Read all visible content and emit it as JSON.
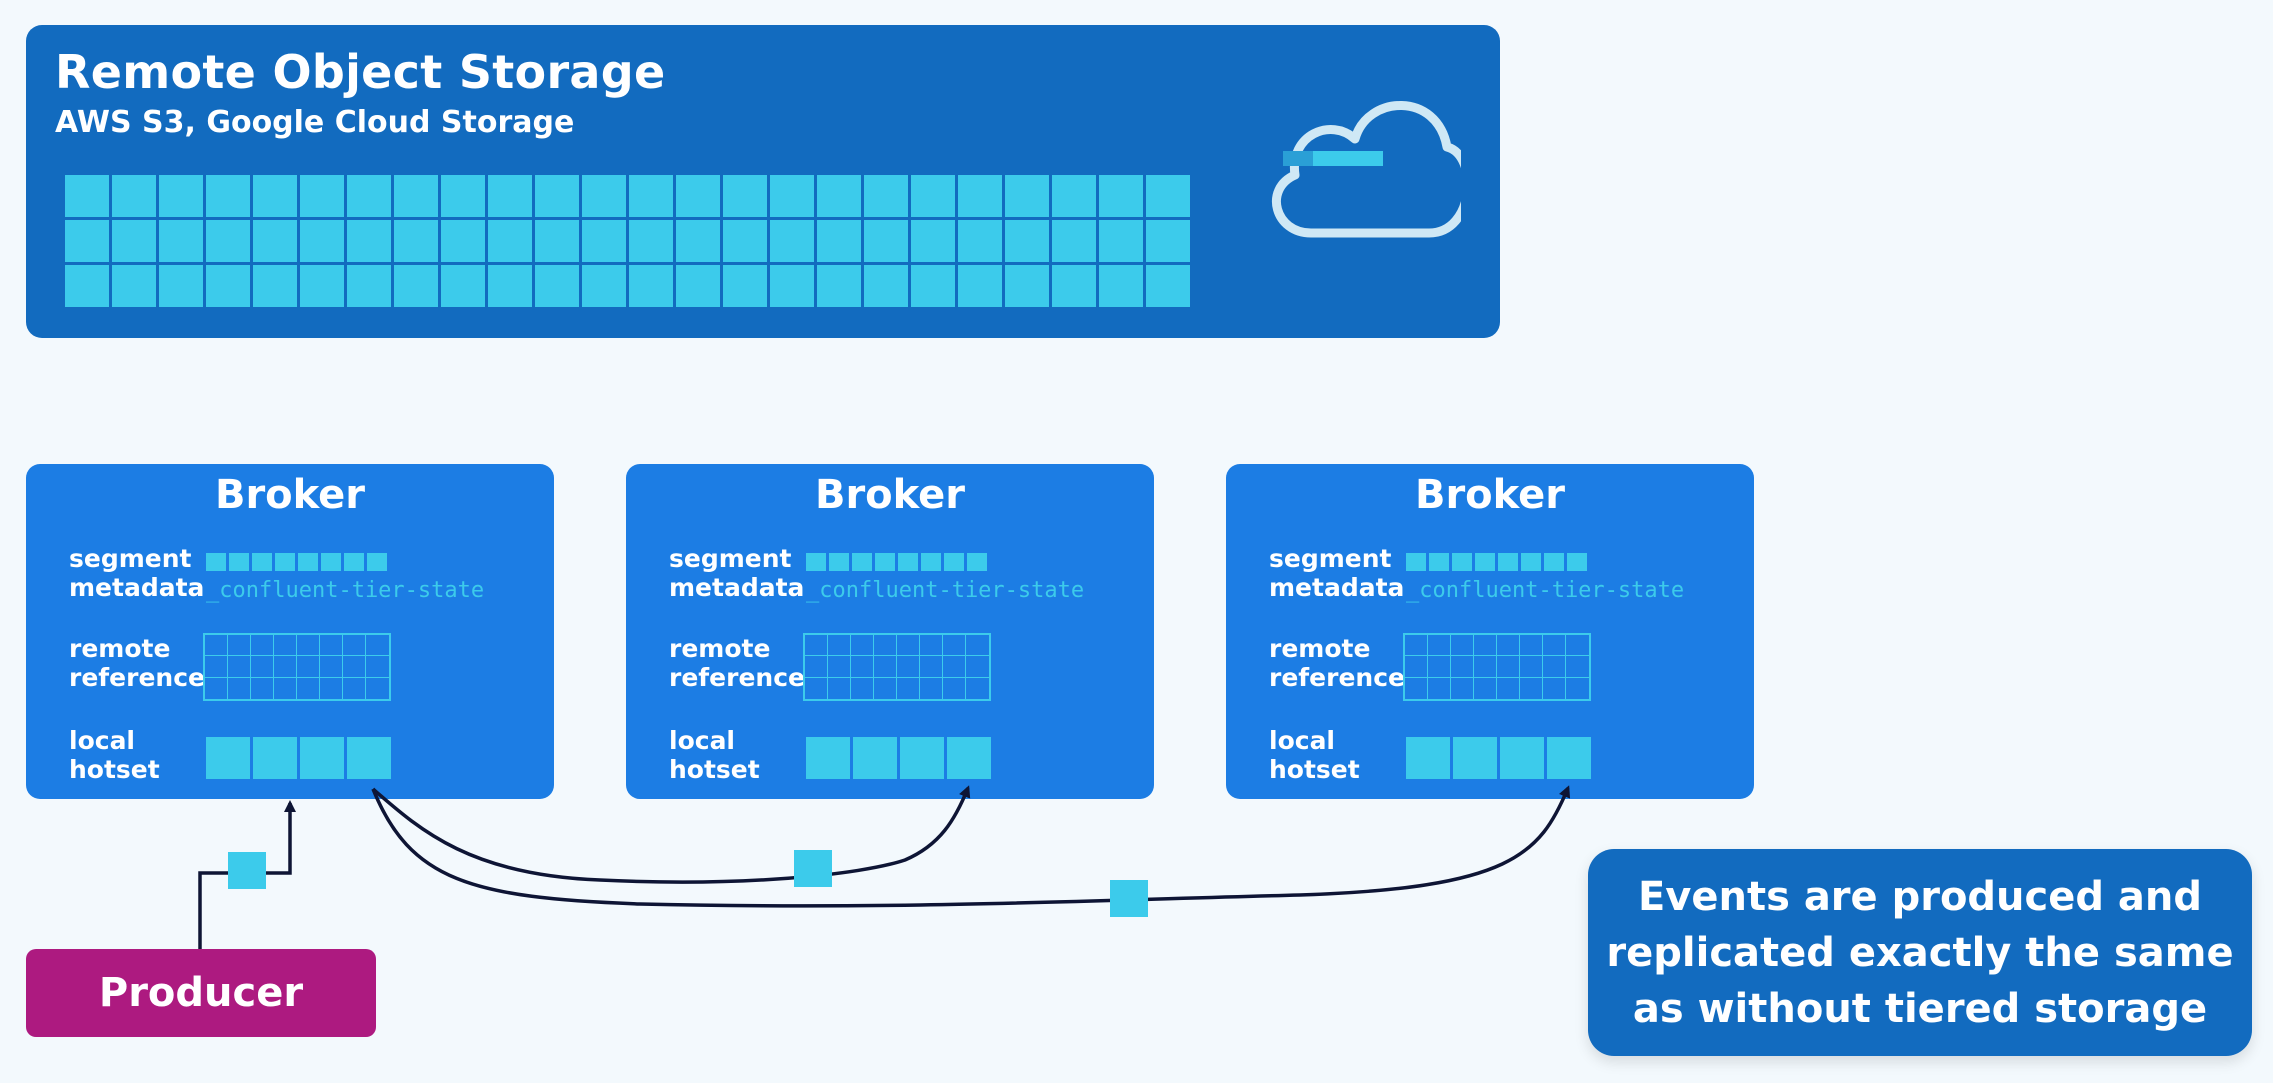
{
  "storage": {
    "title": "Remote Object Storage",
    "subtitle": "AWS S3, Google Cloud Storage",
    "grid_rows": 3,
    "grid_cols": 24,
    "icon": "cloud-icon"
  },
  "brokers": [
    {
      "title": "Broker",
      "segment_label": "segment\nmetadata",
      "topic": "_confluent-tier-state",
      "remote_label": "remote\nreference",
      "local_label": "local\nhotset"
    },
    {
      "title": "Broker",
      "segment_label": "segment\nmetadata",
      "topic": "_confluent-tier-state",
      "remote_label": "remote\nreference",
      "local_label": "local\nhotset"
    },
    {
      "title": "Broker",
      "segment_label": "segment\nmetadata",
      "topic": "_confluent-tier-state",
      "remote_label": "remote\nreference",
      "local_label": "local\nhotset"
    }
  ],
  "producer": {
    "label": "Producer"
  },
  "note": {
    "text": "Events are produced and replicated exactly the same as without tiered storage"
  },
  "colors": {
    "background": "#f3f9fd",
    "storage": "#126bbf",
    "broker": "#1c7de4",
    "block": "#3ccbeb",
    "producer": "#ad1a80",
    "arrow": "#0e1535"
  }
}
